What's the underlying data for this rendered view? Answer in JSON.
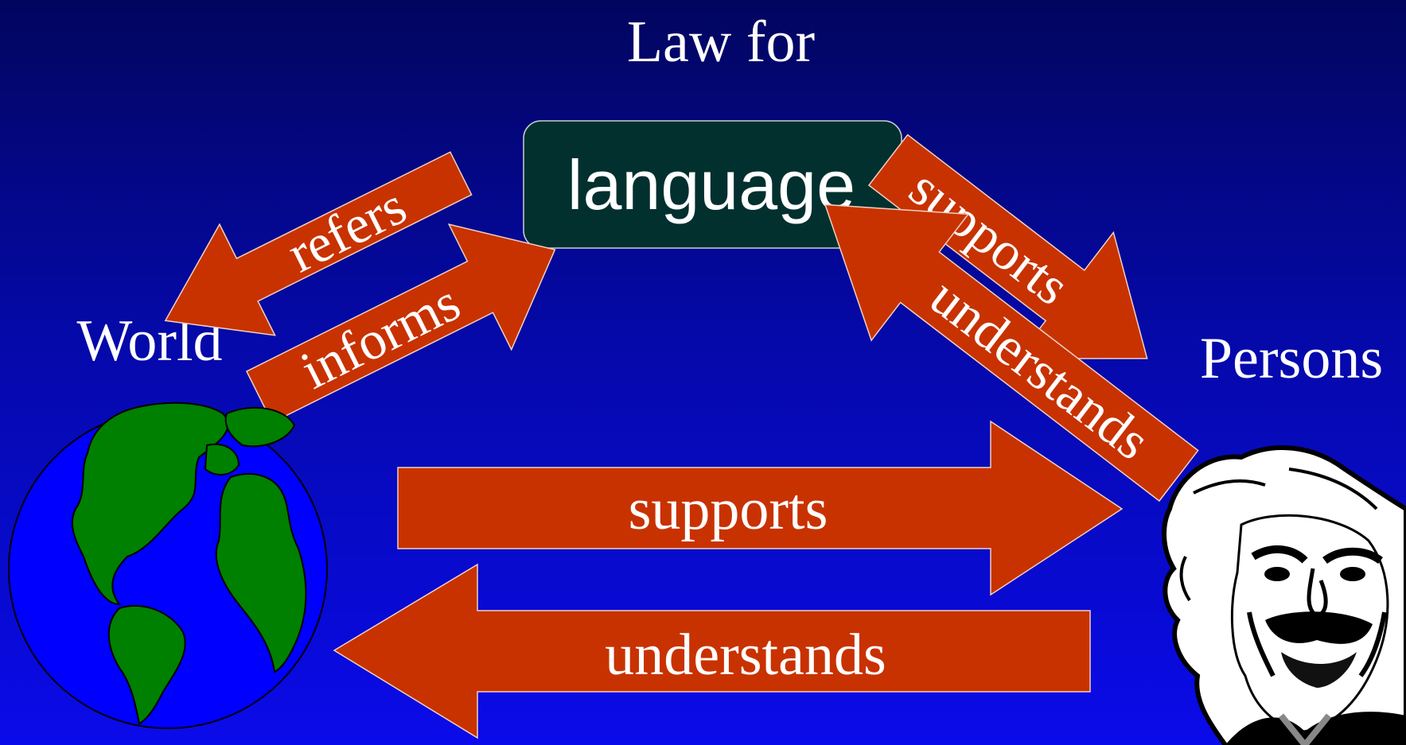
{
  "title": "Law for",
  "center": {
    "label": "language",
    "bg": "#01302e"
  },
  "nodes": {
    "world": "World",
    "persons": "Persons"
  },
  "arrows": {
    "refers": "refers",
    "informs": "informs",
    "supports_top": "supports",
    "understands_top": "understands",
    "supports_bottom": "supports",
    "understands_bottom": "understands"
  },
  "colors": {
    "arrow": "#c83200",
    "text": "#ffffff",
    "globe_ocean": "#0000ff",
    "globe_land": "#008000"
  },
  "icons": {
    "world": "globe-icon",
    "persons": "einstein-portrait-icon"
  }
}
